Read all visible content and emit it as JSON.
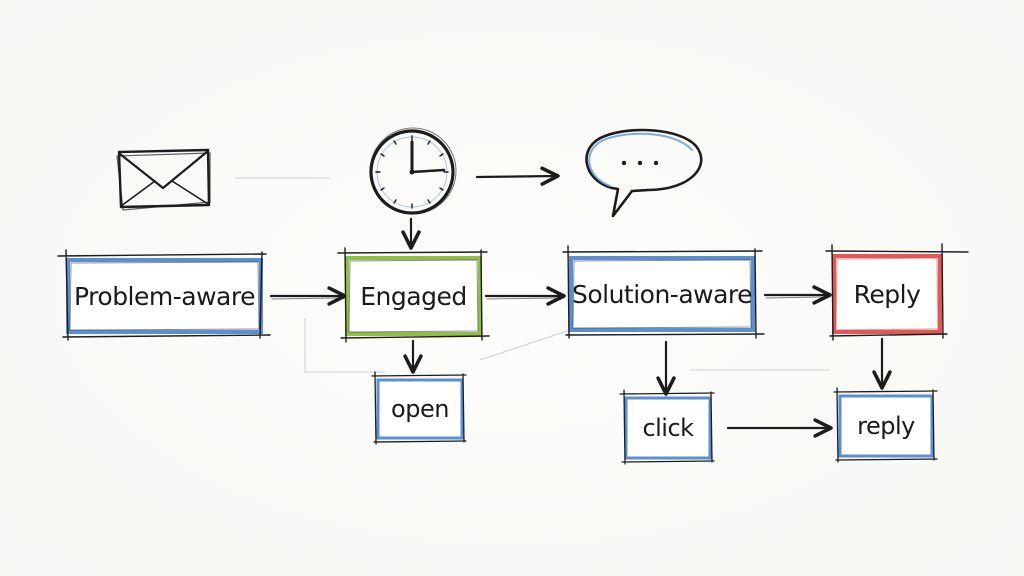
{
  "colors": {
    "ink": "#1c1c1c",
    "blue": "#5b8fd0",
    "green": "#8dc045",
    "red": "#e05858",
    "faint": "#c9c9c9"
  },
  "nodes": {
    "problem_aware": "Problem-aware",
    "engaged": "Engaged",
    "solution_aware": "Solution-aware",
    "reply_stage": "Reply",
    "open": "open",
    "click": "click",
    "reply": "reply"
  },
  "icons": {
    "envelope": "envelope-icon",
    "clock": "clock-icon",
    "chat": "speech-bubble-icon",
    "chat_dots": "..."
  }
}
